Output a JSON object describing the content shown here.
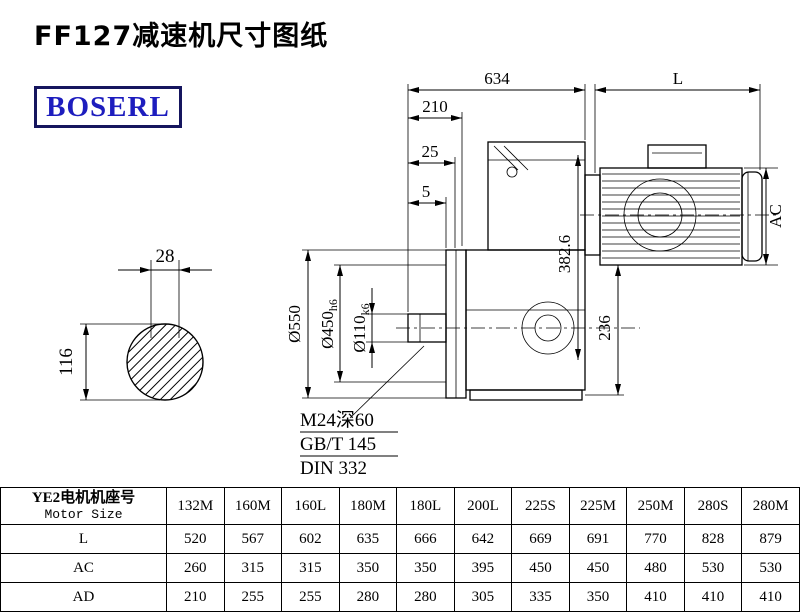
{
  "title": "FF127减速机尺寸图纸",
  "brand": "BOSERL",
  "drawing": {
    "dim_634": "634",
    "dim_L": "L",
    "dim_210": "210",
    "dim_25": "25",
    "dim_5": "5",
    "dim_AC": "AC",
    "dim_550": "Ø550",
    "dim_450_main": "Ø450",
    "dim_450_suffix": "h6",
    "dim_110_main": "Ø110",
    "dim_110_suffix": "k6",
    "dim_382": "382.6",
    "dim_236": "236",
    "dim_28": "28",
    "dim_116": "116",
    "note_thread": "M24深60",
    "note_gb": "GB/T 145",
    "note_din": "DIN 332"
  },
  "table": {
    "header_cn": "YE2电机机座号",
    "header_en": "Motor Size",
    "columns": [
      "132M",
      "160M",
      "160L",
      "180M",
      "180L",
      "200L",
      "225S",
      "225M",
      "250M",
      "280S",
      "280M"
    ],
    "rows": [
      {
        "label": "L",
        "values": [
          "520",
          "567",
          "602",
          "635",
          "666",
          "642",
          "669",
          "691",
          "770",
          "828",
          "879"
        ]
      },
      {
        "label": "AC",
        "values": [
          "260",
          "315",
          "315",
          "350",
          "350",
          "395",
          "450",
          "450",
          "480",
          "530",
          "530"
        ]
      },
      {
        "label": "AD",
        "values": [
          "210",
          "255",
          "255",
          "280",
          "280",
          "305",
          "335",
          "350",
          "410",
          "410",
          "410"
        ]
      }
    ]
  }
}
